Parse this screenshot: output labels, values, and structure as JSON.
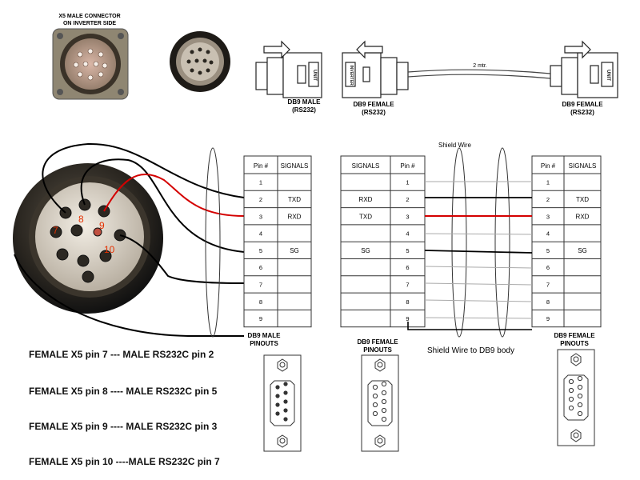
{
  "header": {
    "x5_title_line1": "X5 MALE CONNECTOR",
    "x5_title_line2": "ON INVERTER SIDE"
  },
  "cable": {
    "db9_male_label": "DB9 MALE",
    "db9_male_sub": "(RS232)",
    "db9_female_label": "DB9 FEMALE",
    "db9_female_sub": "(RS232)",
    "db9_female2_label": "DB9 FEMALE",
    "db9_female2_sub": "(RS232)",
    "length": "2 mtr.",
    "unit_text": "UNIT",
    "inverter_text": "INVERTER"
  },
  "x5_pins": {
    "p7": "7",
    "p8": "8",
    "p9": "9",
    "p10": "10"
  },
  "shield_wire_top": "Shield Wire",
  "shield_wire_bottom": "Shield Wire to DB9 body",
  "table_left": {
    "header_pin": "Pin #",
    "header_sig": "SIGNALS",
    "rows": [
      {
        "pin": "1",
        "sig": ""
      },
      {
        "pin": "2",
        "sig": "TXD"
      },
      {
        "pin": "3",
        "sig": "RXD"
      },
      {
        "pin": "4",
        "sig": ""
      },
      {
        "pin": "5",
        "sig": "SG"
      },
      {
        "pin": "6",
        "sig": ""
      },
      {
        "pin": "7",
        "sig": ""
      },
      {
        "pin": "8",
        "sig": ""
      },
      {
        "pin": "9",
        "sig": ""
      }
    ],
    "caption1": "DB9 MALE",
    "caption2": "PINOUTS"
  },
  "table_mid": {
    "header_sig": "SIGNALS",
    "header_pin": "Pin #",
    "rows": [
      {
        "pin": "1",
        "sig": ""
      },
      {
        "pin": "2",
        "sig": "RXD"
      },
      {
        "pin": "3",
        "sig": "TXD"
      },
      {
        "pin": "4",
        "sig": ""
      },
      {
        "pin": "5",
        "sig": "SG"
      },
      {
        "pin": "6",
        "sig": ""
      },
      {
        "pin": "7",
        "sig": ""
      },
      {
        "pin": "8",
        "sig": ""
      },
      {
        "pin": "9",
        "sig": ""
      }
    ],
    "caption1": "DB9 FEMALE",
    "caption2": "PINOUTS"
  },
  "table_right": {
    "header_pin": "Pin #",
    "header_sig": "SIGNALS",
    "rows": [
      {
        "pin": "1",
        "sig": ""
      },
      {
        "pin": "2",
        "sig": "TXD"
      },
      {
        "pin": "3",
        "sig": "RXD"
      },
      {
        "pin": "4",
        "sig": ""
      },
      {
        "pin": "5",
        "sig": "SG"
      },
      {
        "pin": "6",
        "sig": ""
      },
      {
        "pin": "7",
        "sig": ""
      },
      {
        "pin": "8",
        "sig": ""
      },
      {
        "pin": "9",
        "sig": ""
      }
    ],
    "caption1": "DB9 FEMALE",
    "caption2": "PINOUTS"
  },
  "connections": [
    "FEMALE X5   pin 7 ---  MALE  RS232C pin 2",
    "FEMALE X5   pin 8 ---- MALE  RS232C pin 5",
    "FEMALE X5   pin 9 ---- MALE  RS232C pin 3",
    "FEMALE X5 pin 10 ----MALE  RS232C pin 7"
  ],
  "colors": {
    "wire": "#000000",
    "rx_wire": "#d40000",
    "pin_label": "#e53000",
    "connector_dark": "#2a2620",
    "insert": "#ddd6cc"
  }
}
